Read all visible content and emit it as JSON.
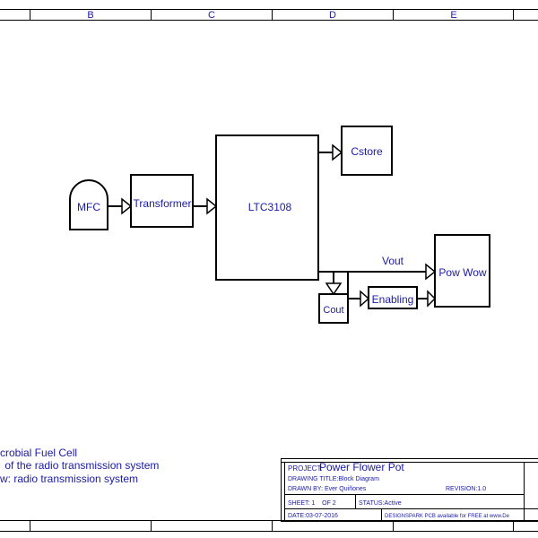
{
  "border": {
    "top_columns": [
      "B",
      "C",
      "D",
      "E"
    ]
  },
  "blocks": {
    "mfc": "MFC",
    "transformer": "Transformer",
    "ltc": "LTC3108",
    "cstore": "Cstore",
    "cout": "Cout",
    "enabling": "Enabling",
    "powwow": "Pow Wow",
    "vout_label": "Vout"
  },
  "notes": [
    "crobial Fuel Cell",
    " of the radio transmission system",
    "w: radio transmission system"
  ],
  "title_block": {
    "project_label": "PROJECT:",
    "project_value": "Power Flower Pot",
    "drawing_title": "DRAWING TITLE:Block Diagram",
    "drawn_by": "DRAWN BY: Ever Quiñones",
    "revision": "REVISION:1.0",
    "sheet": "SHEET: 1    OF 2",
    "status": "STATUS:Active",
    "date": "DATE:03-07-2016",
    "footer": "DESIGNSPARK PCB available for FREE at www.De"
  },
  "colors": {
    "line": "#000000",
    "text": "#1a1aa6"
  }
}
